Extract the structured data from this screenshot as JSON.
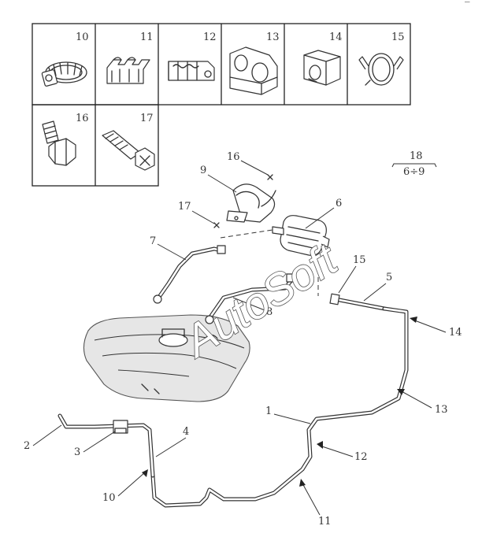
{
  "parts_grid": {
    "row1": [
      "10",
      "11",
      "12",
      "13",
      "14",
      "15"
    ],
    "row2": [
      "16",
      "17"
    ]
  },
  "callouts": {
    "c1": "1",
    "c2": "2",
    "c3": "3",
    "c4": "4",
    "c5": "5",
    "c6": "6",
    "c7": "7",
    "c8": "8",
    "c9": "9",
    "c10": "10",
    "c11": "11",
    "c12": "12",
    "c13": "13",
    "c14": "14",
    "c15": "15",
    "c16": "16",
    "c17": "17"
  },
  "kit_ref": {
    "number": "18",
    "range": "6÷9"
  },
  "watermark": "AutoSoft",
  "corner_mark": "‾"
}
